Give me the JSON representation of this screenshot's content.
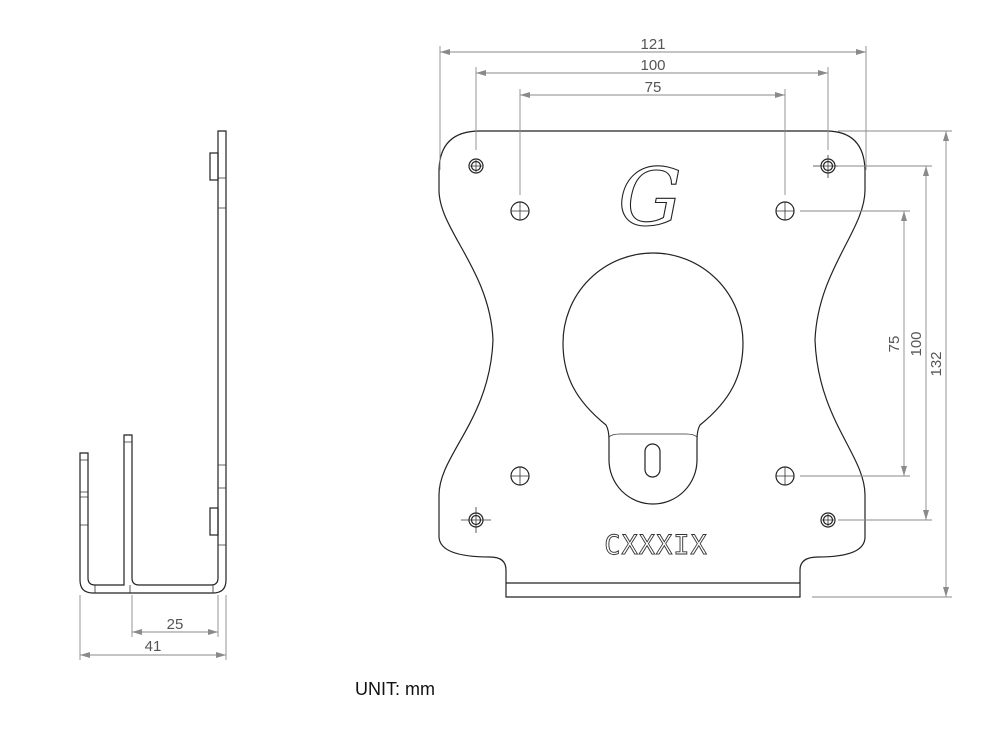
{
  "title": "VESA adapter bracket drawing",
  "unit_label": "UNIT: mm",
  "front_view": {
    "logo": "G",
    "engraving": "CXXXIX",
    "dimensions": {
      "overall_width": "121",
      "outer_hole_spacing_h": "100",
      "inner_hole_spacing_h": "75",
      "inner_hole_spacing_v": "75",
      "outer_hole_spacing_v": "100",
      "overall_height": "132"
    }
  },
  "side_view": {
    "dimensions": {
      "inner_depth": "25",
      "overall_depth": "41"
    }
  }
}
